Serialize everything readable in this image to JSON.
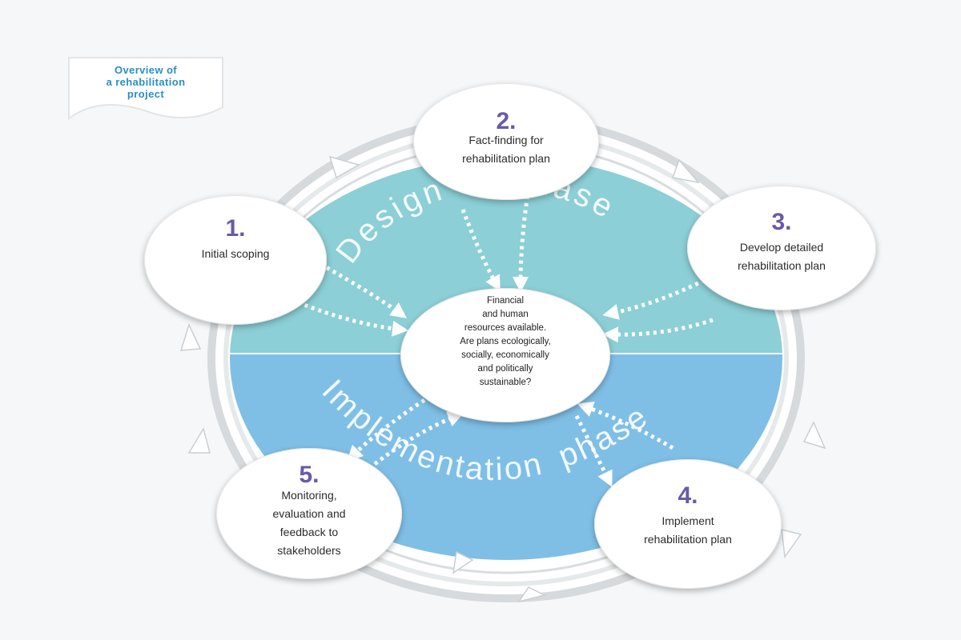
{
  "overview_label": {
    "lines": [
      "Overview of",
      "a rehabilitation",
      "project"
    ]
  },
  "phases": {
    "design": {
      "word1": "Design",
      "word2": "phase"
    },
    "implementation": {
      "word1": "Implementation",
      "word2": "phase"
    }
  },
  "steps": [
    {
      "number": "1.",
      "lines": [
        "Initial scoping"
      ]
    },
    {
      "number": "2.",
      "lines": [
        "Fact-finding for",
        "rehabilitation plan"
      ]
    },
    {
      "number": "3.",
      "lines": [
        "Develop detailed",
        "rehabilitation plan"
      ]
    },
    {
      "number": "4.",
      "lines": [
        "Implement",
        "rehabilitation plan"
      ]
    },
    {
      "number": "5.",
      "lines": [
        "Monitoring,",
        "evaluation and",
        "feedback to",
        "stakeholders"
      ]
    }
  ],
  "center": {
    "lines": [
      "Financial",
      "and human",
      "resources available.",
      "Are plans ecologically,",
      "socially, economically",
      "and politically",
      "sustainable?"
    ]
  },
  "colors": {
    "design_fill": "#8ccfd6",
    "implementation_fill": "#7fbfe6",
    "number_color": "#6a5aa8",
    "label_color": "#2a8fc4",
    "dotted_arrow": "#ffffff"
  }
}
